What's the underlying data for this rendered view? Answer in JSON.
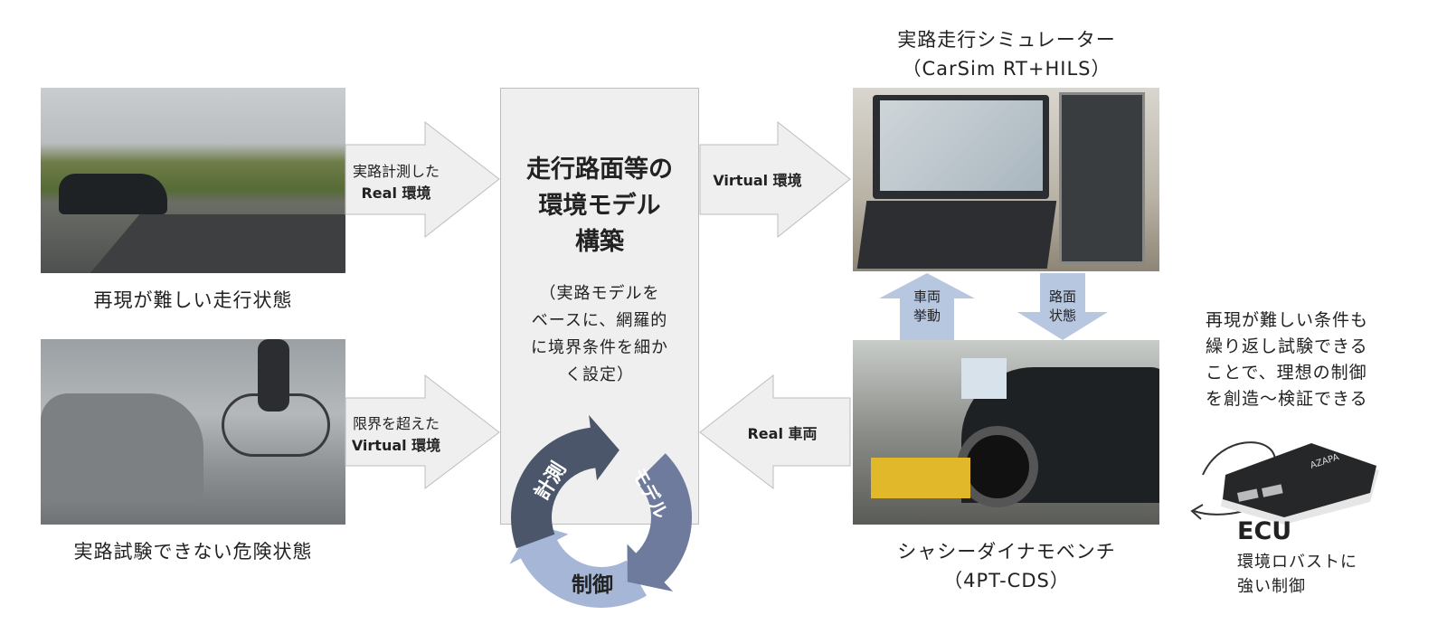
{
  "left": {
    "photo1_caption": "再現が難しい走行状態",
    "photo2_caption": "実路試験できない危険状態",
    "arrow1": {
      "line1": "実路計測した",
      "line2": "Real 環境"
    },
    "arrow2": {
      "line1": "限界を超えた",
      "line2": "Virtual 環境"
    }
  },
  "center": {
    "title": [
      "走行路面等の",
      "環境モデル",
      "構築"
    ],
    "subtitle": [
      "（実路モデルを",
      "ベースに、網羅的",
      "に境界条件を細か",
      "く設定）"
    ],
    "cycle": {
      "measure": "計測",
      "model": "モデル",
      "control": "制御"
    }
  },
  "right": {
    "arrow3": "Virtual 環境",
    "arrow4": "Real 車両",
    "simulator_title": "実路走行シミュレーター",
    "simulator_sub": "（CarSim RT+HILS）",
    "up_arrow": [
      "車両",
      "挙動"
    ],
    "down_arrow": [
      "路面",
      "状態"
    ],
    "dyno_title": "シャシーダイナモベンチ",
    "dyno_sub": "（4PT-CDS）",
    "note": [
      "再現が難しい条件も",
      "繰り返し試験できる",
      "ことで、理想の制御",
      "を創造～検証できる"
    ],
    "ecu_label": "ECU",
    "ecu_logo": "AZAPA",
    "ecu_desc": [
      "環境ロバストに",
      "強い制御"
    ]
  },
  "colors": {
    "arrow_fill": "#efefef",
    "arrow_stroke": "#bdbdbd",
    "cycle_dark": "#4b566b",
    "cycle_mid": "#6f7b9d",
    "cycle_light": "#a6b6d6",
    "vert_arrow": "#b8c7e0"
  }
}
